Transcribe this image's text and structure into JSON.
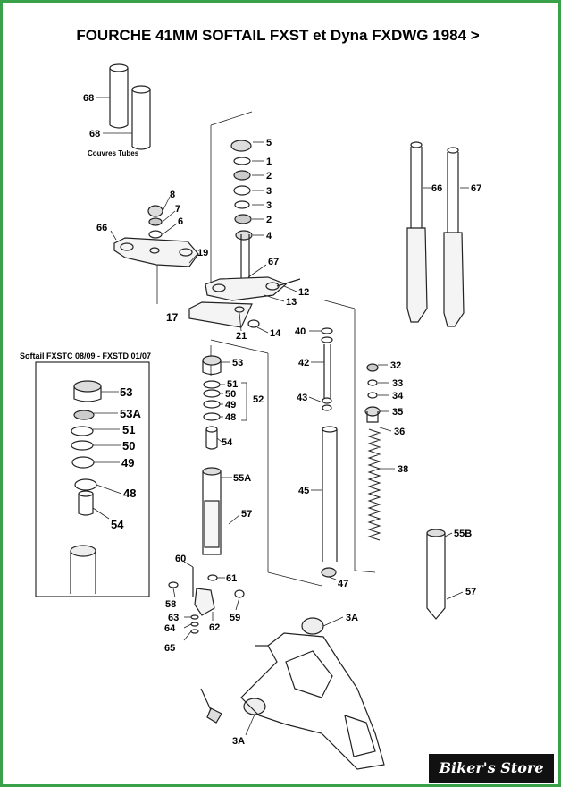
{
  "title": "FOURCHE 41MM SOFTAIL  FXST et Dyna FXDWG 1984 >",
  "caption_tubes": "Couvres Tubes",
  "inset_title": "Softail FXSTC 08/09 - FXSTD 01/07",
  "brand": "Biker's Store",
  "border_color": "#3aa14b",
  "labels": [
    "68",
    "68",
    "5",
    "1",
    "2",
    "3",
    "3",
    "2",
    "4",
    "8",
    "7",
    "6",
    "66",
    "19",
    "67",
    "12",
    "13",
    "17",
    "21",
    "14",
    "66",
    "67",
    "40",
    "42",
    "43",
    "45",
    "32",
    "33",
    "34",
    "35",
    "36",
    "38",
    "53",
    "51",
    "50",
    "49",
    "48",
    "52",
    "54",
    "55A",
    "57",
    "53",
    "53A",
    "51",
    "50",
    "49",
    "48",
    "54",
    "60",
    "61",
    "58",
    "59",
    "63",
    "64",
    "62",
    "65",
    "47",
    "55B",
    "57",
    "3A",
    "3A"
  ]
}
